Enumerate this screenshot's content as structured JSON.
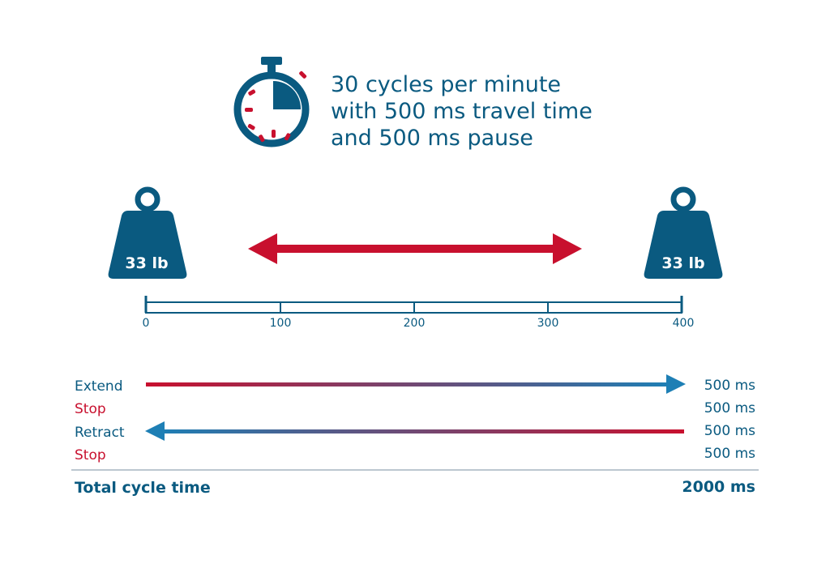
{
  "headline": {
    "line1": "30 cycles per minute",
    "line2": "with 500 ms travel time",
    "line3": "and 500 ms pause"
  },
  "weights": {
    "left_label": "33 lb",
    "right_label": "33 lb"
  },
  "scale": {
    "ticks": [
      "0",
      "100",
      "200",
      "300",
      "400"
    ]
  },
  "phases": [
    {
      "label": "Extend",
      "duration": "500 ms",
      "label_color": "#0a5a80"
    },
    {
      "label": "Stop",
      "duration": "500 ms",
      "label_color": "#c8102e"
    },
    {
      "label": "Retract",
      "duration": "500 ms",
      "label_color": "#0a5a80"
    },
    {
      "label": "Stop",
      "duration": "500 ms",
      "label_color": "#c8102e"
    }
  ],
  "total": {
    "label": "Total cycle time",
    "value": "2000 ms"
  },
  "colors": {
    "navy": "#0a5a80",
    "red": "#c8102e",
    "blue": "#1e7fb5",
    "divider": "#7a8fa0"
  },
  "icons": {
    "stopwatch": "stopwatch-icon",
    "weight": "kettlebell-weight-icon",
    "motion": "double-arrow-icon"
  }
}
